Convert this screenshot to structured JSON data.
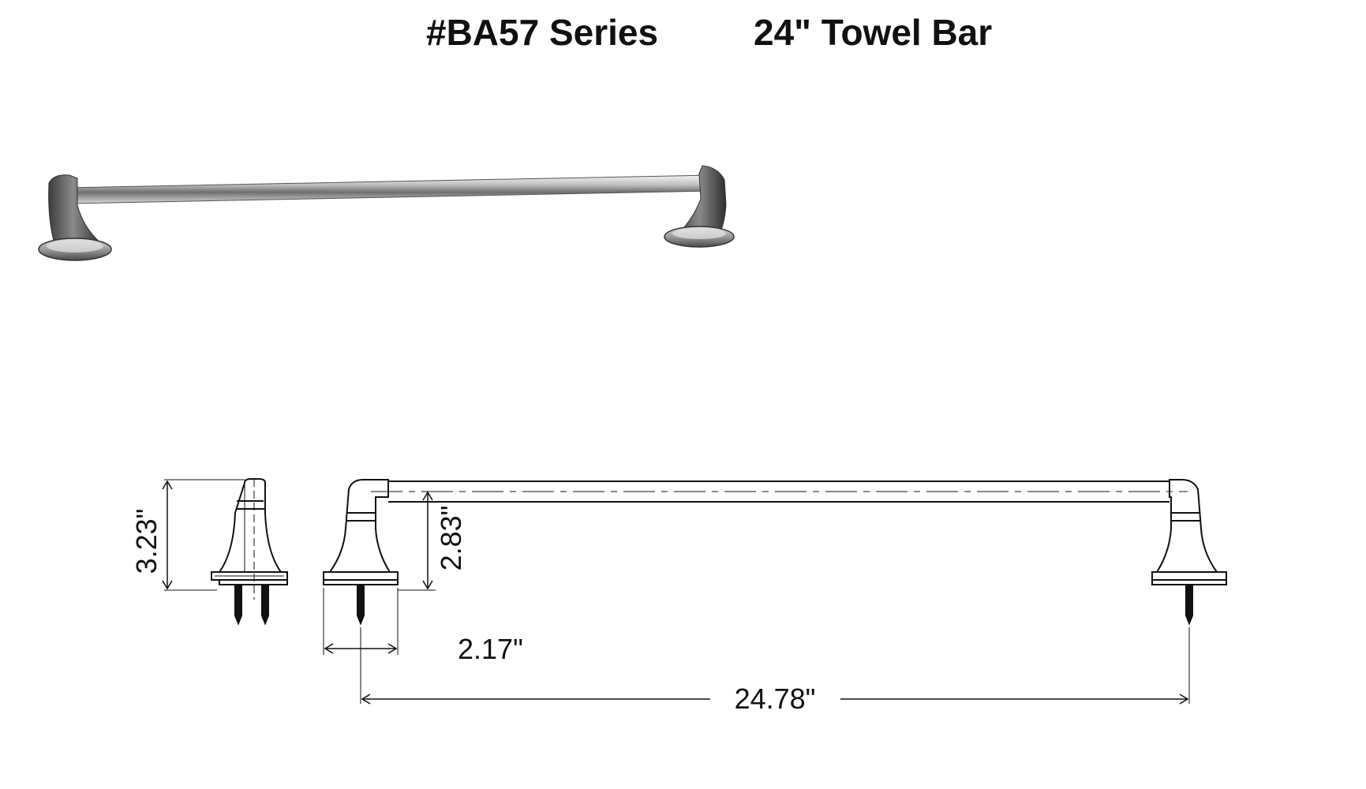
{
  "header": {
    "series": "#BA57 Series",
    "product": "24\" Towel Bar"
  },
  "dimensions": {
    "side_height": "3.23\"",
    "post_height": "2.83\"",
    "base_width": "2.17\"",
    "overall_length": "24.78\""
  },
  "colors": {
    "line": "#111111",
    "chrome_light": "#e8e8e8",
    "chrome_dark": "#5a5a5a"
  }
}
